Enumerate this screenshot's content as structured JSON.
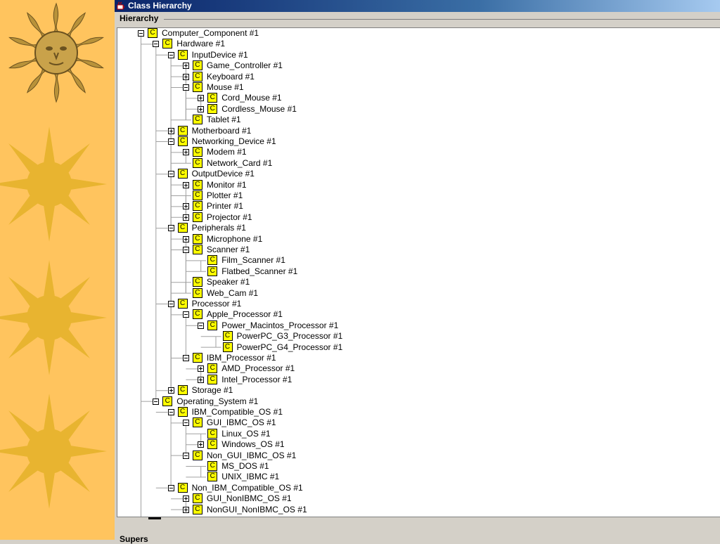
{
  "window": {
    "title": "Class Hierarchy"
  },
  "panels": {
    "hierarchy_label": "Hierarchy",
    "supers_label": "Supers"
  },
  "colors": {
    "class_icon_fill": "#ffff00",
    "sidebar_bg": "#ffc45e",
    "sun": "#e8b430"
  },
  "icon_letter": "C",
  "tree": [
    {
      "label": "Computer_Component #1",
      "depth": 0,
      "toggle": "minus"
    },
    {
      "label": "Hardware #1",
      "depth": 1,
      "toggle": "minus"
    },
    {
      "label": "InputDevice #1",
      "depth": 2,
      "toggle": "minus"
    },
    {
      "label": "Game_Controller #1",
      "depth": 3,
      "toggle": "plus"
    },
    {
      "label": "Keyboard #1",
      "depth": 3,
      "toggle": "plus"
    },
    {
      "label": "Mouse #1",
      "depth": 3,
      "toggle": "minus"
    },
    {
      "label": "Cord_Mouse #1",
      "depth": 4,
      "toggle": "plus"
    },
    {
      "label": "Cordless_Mouse #1",
      "depth": 4,
      "toggle": "plus"
    },
    {
      "label": "Tablet #1",
      "depth": 3,
      "toggle": "none"
    },
    {
      "label": "Motherboard #1",
      "depth": 2,
      "toggle": "plus"
    },
    {
      "label": "Networking_Device #1",
      "depth": 2,
      "toggle": "minus"
    },
    {
      "label": "Modem #1",
      "depth": 3,
      "toggle": "plus"
    },
    {
      "label": "Network_Card #1",
      "depth": 3,
      "toggle": "none"
    },
    {
      "label": "OutputDevice #1",
      "depth": 2,
      "toggle": "minus"
    },
    {
      "label": "Monitor #1",
      "depth": 3,
      "toggle": "plus"
    },
    {
      "label": "Plotter #1",
      "depth": 3,
      "toggle": "none"
    },
    {
      "label": "Printer #1",
      "depth": 3,
      "toggle": "plus"
    },
    {
      "label": "Projector #1",
      "depth": 3,
      "toggle": "plus"
    },
    {
      "label": "Peripherals #1",
      "depth": 2,
      "toggle": "minus"
    },
    {
      "label": "Microphone #1",
      "depth": 3,
      "toggle": "plus"
    },
    {
      "label": "Scanner #1",
      "depth": 3,
      "toggle": "minus"
    },
    {
      "label": "Film_Scanner #1",
      "depth": 4,
      "toggle": "none"
    },
    {
      "label": "Flatbed_Scanner #1",
      "depth": 4,
      "toggle": "none"
    },
    {
      "label": "Speaker #1",
      "depth": 3,
      "toggle": "none"
    },
    {
      "label": "Web_Cam #1",
      "depth": 3,
      "toggle": "none"
    },
    {
      "label": "Processor #1",
      "depth": 2,
      "toggle": "minus"
    },
    {
      "label": "Apple_Processor #1",
      "depth": 3,
      "toggle": "minus"
    },
    {
      "label": "Power_Macintos_Processor #1",
      "depth": 4,
      "toggle": "minus"
    },
    {
      "label": "PowerPC_G3_Processor #1",
      "depth": 5,
      "toggle": "none"
    },
    {
      "label": "PowerPC_G4_Processor #1",
      "depth": 5,
      "toggle": "none"
    },
    {
      "label": "IBM_Processor #1",
      "depth": 3,
      "toggle": "minus"
    },
    {
      "label": "AMD_Processor #1",
      "depth": 4,
      "toggle": "plus"
    },
    {
      "label": "Intel_Processor #1",
      "depth": 4,
      "toggle": "plus"
    },
    {
      "label": "Storage #1",
      "depth": 2,
      "toggle": "plus"
    },
    {
      "label": "Operating_System #1",
      "depth": 1,
      "toggle": "minus"
    },
    {
      "label": "IBM_Compatible_OS #1",
      "depth": 2,
      "toggle": "minus"
    },
    {
      "label": "GUI_IBMC_OS #1",
      "depth": 3,
      "toggle": "minus"
    },
    {
      "label": "Linux_OS #1",
      "depth": 4,
      "toggle": "none"
    },
    {
      "label": "Windows_OS #1",
      "depth": 4,
      "toggle": "plus"
    },
    {
      "label": "Non_GUI_IBMC_OS #1",
      "depth": 3,
      "toggle": "minus"
    },
    {
      "label": "MS_DOS #1",
      "depth": 4,
      "toggle": "none"
    },
    {
      "label": "UNIX_IBMC #1",
      "depth": 4,
      "toggle": "none"
    },
    {
      "label": "Non_IBM_Compatible_OS #1",
      "depth": 2,
      "toggle": "minus"
    },
    {
      "label": "GUI_NonIBMC_OS #1",
      "depth": 3,
      "toggle": "plus"
    },
    {
      "label": "NonGUI_NonIBMC_OS #1",
      "depth": 3,
      "toggle": "plus"
    }
  ]
}
